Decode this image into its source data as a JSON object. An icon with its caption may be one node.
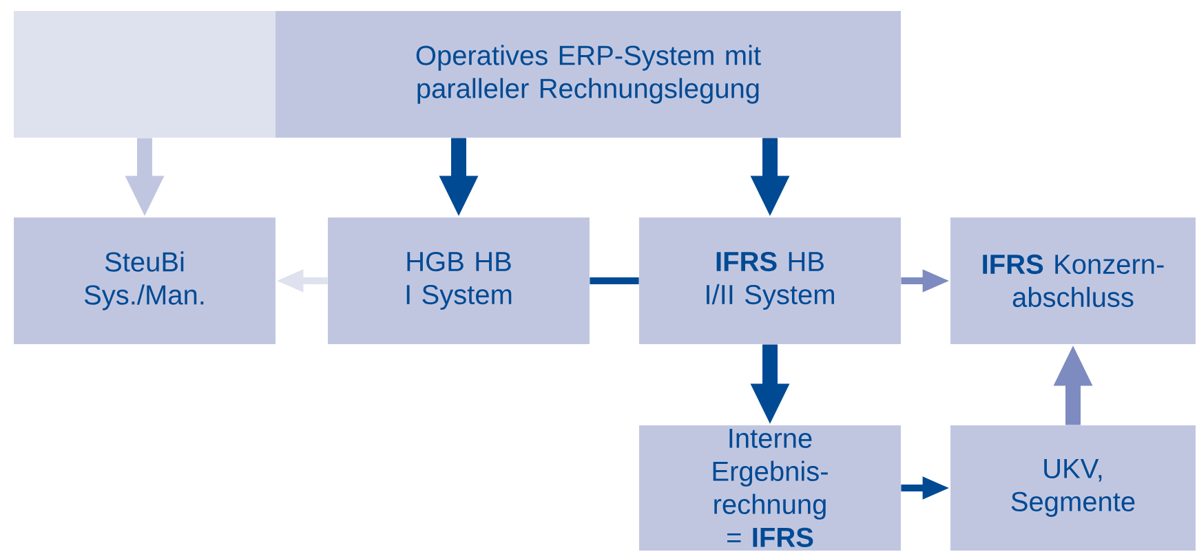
{
  "diagram": {
    "nodes": [
      {
        "text": [],
        "shape": "box"
      },
      {
        "text": [
          "Operatives ERP-System mit paralleler Rechnungslegung"
        ]
      },
      {
        "text": [
          "SteuBi Sys./Man."
        ]
      },
      {
        "text": [
          "HGB HB I System"
        ]
      },
      {
        "text": [
          "**IFRS** HB I/II System"
        ]
      },
      {
        "text": [
          "**IFRS** Konzern- abschluss"
        ]
      },
      {
        "text": [
          "Interne Ergebnis- rechnung = **IFRS**"
        ]
      },
      {
        "text": [
          "UKV, Segmente"
        ]
      }
    ],
    "edges": [
      {
        "from": 0,
        "to": 2,
        "arrow": "to",
        "color": "#c1c6e0"
      },
      {
        "from": 1,
        "to": 3,
        "arrow": "to"
      },
      {
        "from": 1,
        "to": 4,
        "arrow": "to"
      },
      {
        "from": 3,
        "to": 2,
        "arrow": "to",
        "color": "#dee1ee"
      },
      {
        "from": 3,
        "to": 4,
        "arrow": "none"
      },
      {
        "from": 4,
        "to": 5,
        "arrow": "to",
        "color": "#7d8bc0"
      },
      {
        "from": 4,
        "to": 6,
        "arrow": "to"
      },
      {
        "from": 6,
        "to": 7,
        "arrow": "to"
      },
      {
        "from": 7,
        "to": 5,
        "arrow": "to",
        "color": "#7d8bc0"
      }
    ]
  }
}
